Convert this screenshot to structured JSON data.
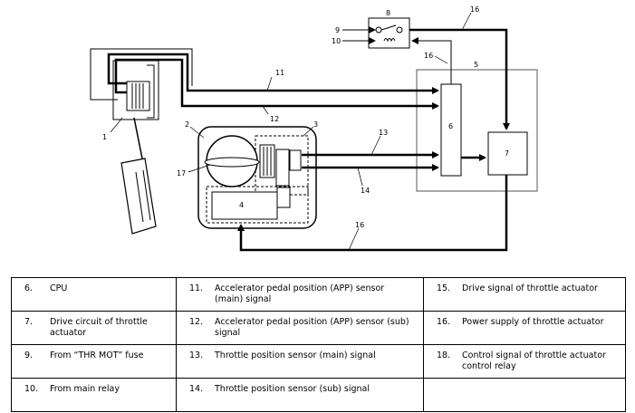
{
  "diagram": {
    "labels": {
      "n1": "1",
      "n2": "2",
      "n3": "3",
      "n4": "4",
      "n5": "5",
      "n6": "6",
      "n7": "7",
      "n8": "8",
      "n9": "9",
      "n10": "10",
      "n11": "11",
      "n12": "12",
      "n13": "13",
      "n14": "14",
      "n16a": "16",
      "n16b": "16",
      "n16c": "16",
      "n17": "17"
    }
  },
  "legend": {
    "rows": [
      [
        {
          "num": "6.",
          "text": "CPU"
        },
        {
          "num": "11.",
          "text": "Accelerator pedal position (APP) sensor (main) signal"
        },
        {
          "num": "15.",
          "text": "Drive signal of throttle actuator"
        }
      ],
      [
        {
          "num": "7.",
          "text": "Drive circuit of throttle actuator"
        },
        {
          "num": "12.",
          "text": "Accelerator pedal position (APP) sensor (sub) signal"
        },
        {
          "num": "16.",
          "text": "Power supply of throttle actuator"
        }
      ],
      [
        {
          "num": "9.",
          "text": "From “THR MOT” fuse"
        },
        {
          "num": "13.",
          "text": "Throttle position sensor (main) signal"
        },
        {
          "num": "18.",
          "text": "Control signal of throttle actuator control relay"
        }
      ],
      [
        {
          "num": "10.",
          "text": "From main relay"
        },
        {
          "num": "14.",
          "text": "Throttle position sensor (sub) signal"
        },
        {
          "num": "",
          "text": ""
        }
      ]
    ]
  }
}
